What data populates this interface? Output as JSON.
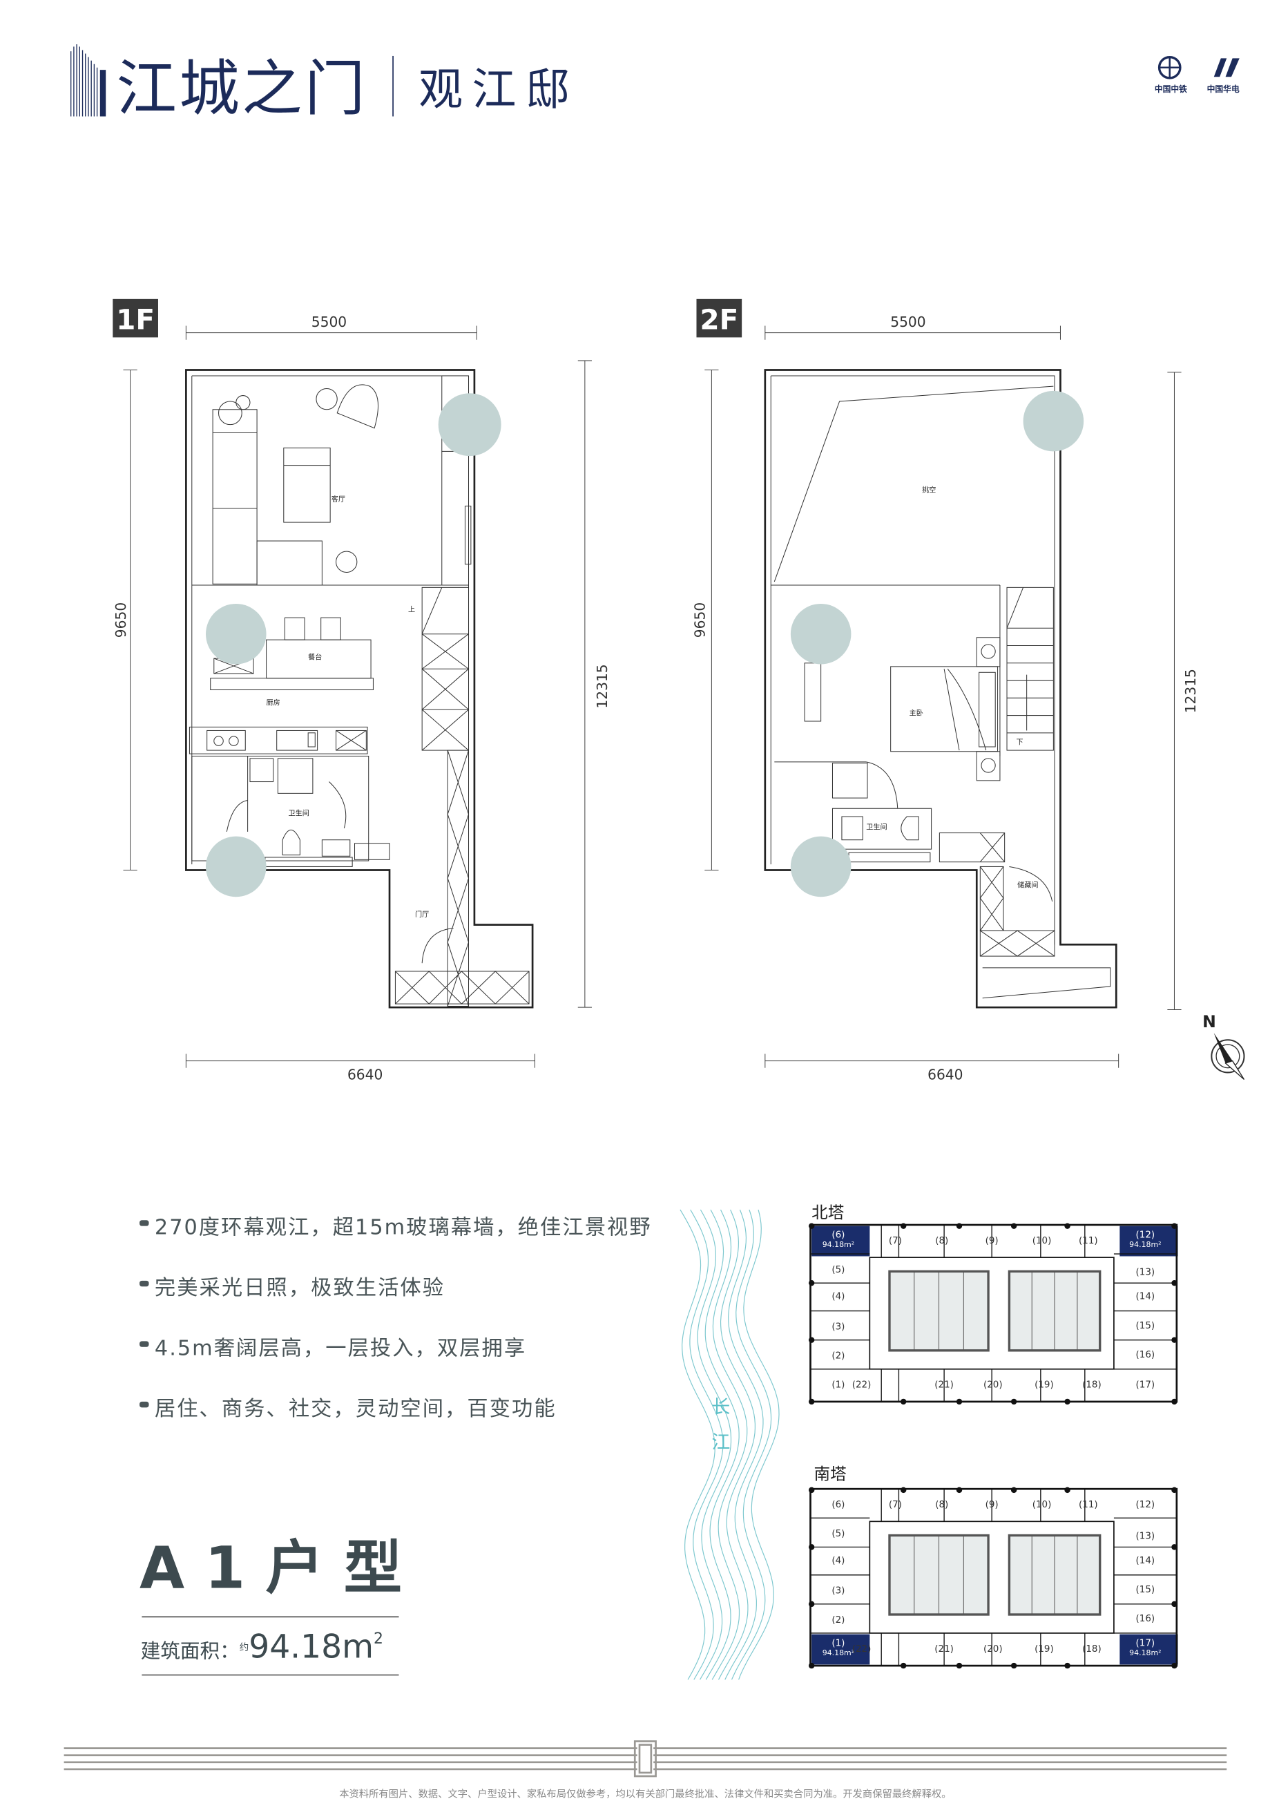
{
  "header": {
    "project_name": "江城之门",
    "sub_name": "观江邸",
    "logos": [
      {
        "name": "中国中铁",
        "icon": "crcc-globe-icon"
      },
      {
        "name": "中国华电",
        "icon": "huadian-slash-icon"
      }
    ]
  },
  "floor_1f": {
    "label": "1F",
    "dims": {
      "top": "5500",
      "left": "9650",
      "right": "12315",
      "bottom": "6640"
    },
    "rooms": {
      "living": "客厅",
      "dining": "餐台",
      "kitchen": "厨房",
      "bath": "卫生间",
      "foyer": "门厅",
      "up": "上"
    }
  },
  "floor_2f": {
    "label": "2F",
    "dims": {
      "top": "5500",
      "left": "9650",
      "right": "12315",
      "bottom": "6640"
    },
    "rooms": {
      "void": "挑空",
      "master": "主卧",
      "bath": "卫生间",
      "storage": "储藏间",
      "down": "下"
    }
  },
  "compass": {
    "label": "N"
  },
  "features": [
    "270度环幕观江，超15m玻璃幕墙，绝佳江景视野",
    "完美采光日照，极致生活体验",
    "4.5m奢阔层高，一层投入，双层拥享",
    "居住、商务、社交，灵动空间，百变功能"
  ],
  "unit": {
    "type": "A 1 户 型",
    "area_label": "建筑面积：",
    "approx": "约",
    "area_value": "94.18m",
    "area_unit_sup": "2"
  },
  "river": {
    "line1": "长",
    "line2": "江"
  },
  "towers": [
    {
      "name": "北塔",
      "units": [
        {
          "label": "(1)"
        },
        {
          "label": "(2)"
        },
        {
          "label": "(3)"
        },
        {
          "label": "(4)"
        },
        {
          "label": "(5)"
        },
        {
          "label": "(6)",
          "area": "94.18m²",
          "highlight": true
        },
        {
          "label": "(7)"
        },
        {
          "label": "(8)"
        },
        {
          "label": "(9)"
        },
        {
          "label": "(10)"
        },
        {
          "label": "(11)"
        },
        {
          "label": "(12)",
          "area": "94.18m²",
          "highlight": true
        },
        {
          "label": "(13)"
        },
        {
          "label": "(14)"
        },
        {
          "label": "(15)"
        },
        {
          "label": "(16)"
        },
        {
          "label": "(17)"
        },
        {
          "label": "(18)"
        },
        {
          "label": "(19)"
        },
        {
          "label": "(20)"
        },
        {
          "label": "(21)"
        },
        {
          "label": "(22)"
        }
      ]
    },
    {
      "name": "南塔",
      "units": [
        {
          "label": "(1)",
          "area": "94.18m²",
          "highlight": true
        },
        {
          "label": "(2)"
        },
        {
          "label": "(3)"
        },
        {
          "label": "(4)"
        },
        {
          "label": "(5)"
        },
        {
          "label": "(6)"
        },
        {
          "label": "(7)"
        },
        {
          "label": "(8)"
        },
        {
          "label": "(9)"
        },
        {
          "label": "(10)"
        },
        {
          "label": "(11)"
        },
        {
          "label": "(12)"
        },
        {
          "label": "(13)"
        },
        {
          "label": "(14)"
        },
        {
          "label": "(15)"
        },
        {
          "label": "(16)"
        },
        {
          "label": "(17)",
          "area": "94.18m²",
          "highlight": true
        },
        {
          "label": "(18)"
        },
        {
          "label": "(19)"
        },
        {
          "label": "(20)"
        },
        {
          "label": "(21)"
        },
        {
          "label": "(22)"
        }
      ]
    }
  ],
  "footer": {
    "disclaimer": "本资料所有图片、数据、文字、户型设计、家私布局仅做参考，均以有关部门最终批准、法律文件和买卖合同为准。开发商保留最终解释权。"
  },
  "colors": {
    "navy": "#1c2b5a",
    "text": "#4a5558",
    "column": "#c3d4d3",
    "river": "#7ec8cf",
    "highlight": "#1a2d6b"
  }
}
